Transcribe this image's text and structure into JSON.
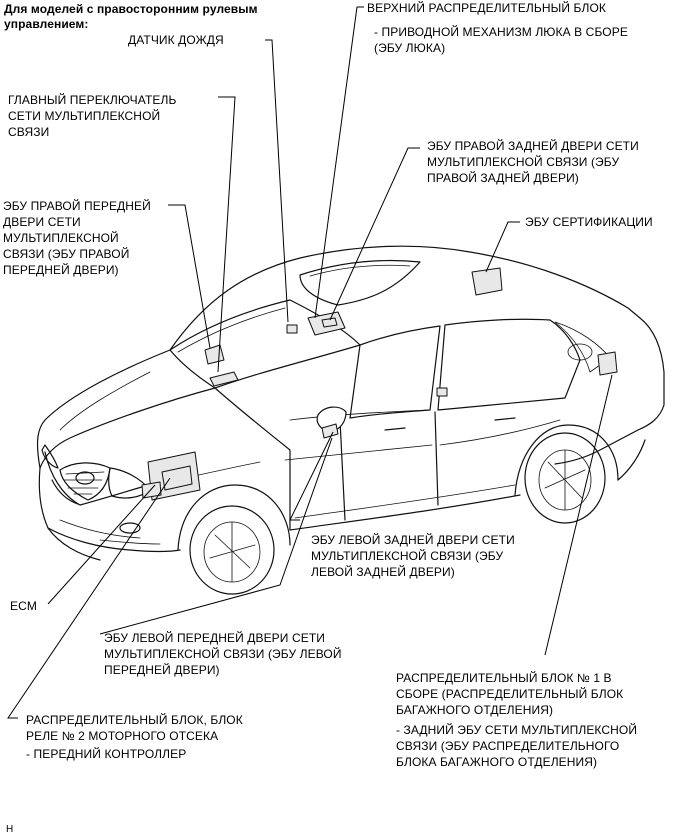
{
  "header": {
    "title": "Для моделей с правосторонним рулевым управлением:"
  },
  "labels": {
    "rain_sensor": "ДАТЧИК ДОЖДЯ",
    "upper_junction_block": "ВЕРХНИЙ РАСПРЕДЕЛИТЕЛЬНЫЙ БЛОК",
    "sunroof_ecu": "- ПРИВОДНОЙ МЕХАНИЗМ ЛЮКА В СБОРЕ\n(ЭБУ ЛЮКА)",
    "main_multiplex_switch": "ГЛАВНЫЙ ПЕРЕКЛЮЧАТЕЛЬ\nСЕТИ МУЛЬТИПЛЕКСНОЙ\nСВЯЗИ",
    "rr_door_ecu": "ЭБУ ПРАВОЙ ЗАДНЕЙ ДВЕРИ СЕТИ\nМУЛЬТИПЛЕКСНОЙ СВЯЗИ (ЭБУ\nПРАВОЙ ЗАДНЕЙ ДВЕРИ)",
    "certification_ecu": "ЭБУ СЕРТИФИКАЦИИ",
    "rf_door_ecu": "ЭБУ ПРАВОЙ ПЕРЕДНЕЙ\nДВЕРИ СЕТИ\nМУЛЬТИПЛЕКСНОЙ\nСВЯЗИ (ЭБУ ПРАВОЙ\nПЕРЕДНЕЙ ДВЕРИ)",
    "rl_door_ecu": "ЭБУ ЛЕВОЙ ЗАДНЕЙ ДВЕРИ СЕТИ\nМУЛЬТИПЛЕКСНОЙ СВЯЗИ (ЭБУ\nЛЕВОЙ ЗАДНЕЙ ДВЕРИ)",
    "ecm": "ECM",
    "lf_door_ecu": "ЭБУ ЛЕВОЙ ПЕРЕДНЕЙ ДВЕРИ СЕТИ\nМУЛЬТИПЛЕКСНОЙ СВЯЗИ (ЭБУ ЛЕВОЙ\nПЕРЕДНЕЙ ДВЕРИ)",
    "luggage_junction_block": "РАСПРЕДЕЛИТЕЛЬНЫЙ БЛОК № 1 В\nСБОРЕ (РАСПРЕДЕЛИТЕЛЬНЫЙ БЛОК\nБАГАЖНОГО ОТДЕЛЕНИЯ)",
    "rear_multiplex_ecu": "- ЗАДНИЙ ЭБУ СЕТИ МУЛЬТИПЛЕКСНОЙ\nСВЯЗИ (ЭБУ РАСПРЕДЕЛИТЕЛЬНОГО\nБЛОКА БАГАЖНОГО ОТДЕЛЕНИЯ)",
    "engine_room_relay_block": "РАСПРЕДЕЛИТЕЛЬНЫЙ БЛОК, БЛОК\nРЕЛЕ № 2 МОТОРНОГО ОТСЕКА",
    "front_controller": "- ПЕРЕДНИЙ КОНТРОЛЛЕР"
  },
  "footer": {
    "figure_code": "H"
  }
}
